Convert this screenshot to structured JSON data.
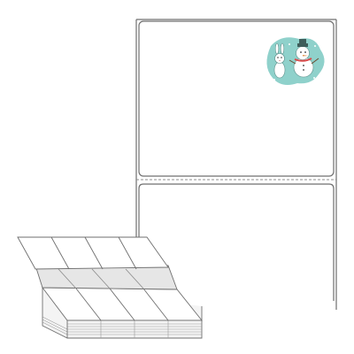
{
  "product_image": {
    "label_sheet": {
      "labels_shown": 2,
      "perforation": "dashed",
      "sticker_icon": "rabbit-and-snowman-icon",
      "sticker_color": "#8fd1cb"
    },
    "fanfold_stack": {
      "labels_across": 4,
      "color": "#ffffff",
      "shadow_color": "#e6e6e6"
    },
    "colors": {
      "outline": "#6f6f6f",
      "background": "#ffffff",
      "accent": "#8fd1cb"
    }
  }
}
